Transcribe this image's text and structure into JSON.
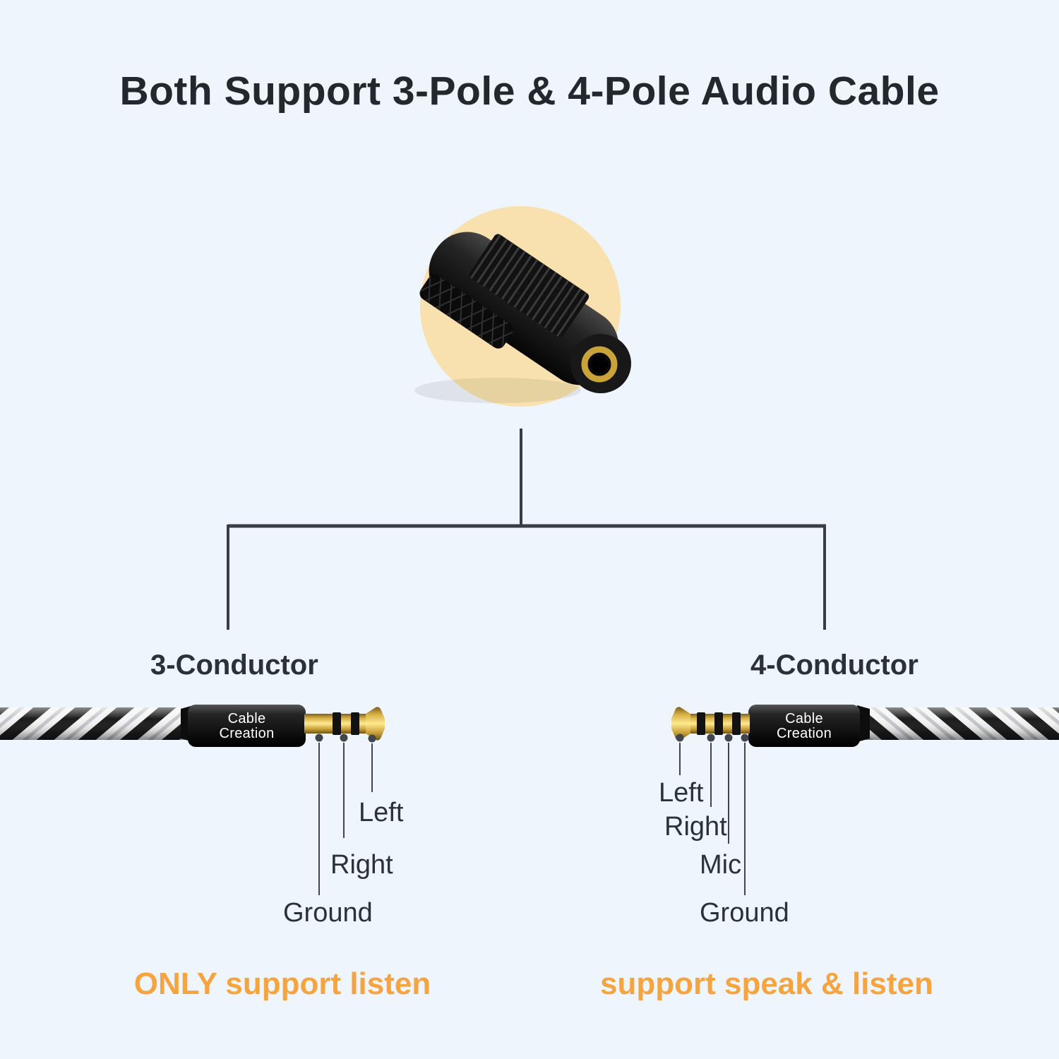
{
  "title": "Both Support 3-Pole & 4-Pole Audio Cable",
  "branch_left": {
    "label": "3-Conductor",
    "brand": {
      "line1": "Cable",
      "line2": "Creation"
    },
    "pins": [
      "Left",
      "Right",
      "Ground"
    ],
    "caption": "ONLY support listen"
  },
  "branch_right": {
    "label": "4-Conductor",
    "brand": {
      "line1": "Cable",
      "line2": "Creation"
    },
    "pins": [
      "Left",
      "Right",
      "Mic",
      "Ground"
    ],
    "caption": "support speak & listen"
  },
  "colors": {
    "background": "#eff5fc",
    "title_text": "#23272e",
    "label_text": "#2b3139",
    "caption_orange": "#f6a440",
    "connector_line": "#383e45",
    "callout_line": "#41464d",
    "adapter_circle_peach": "#f8e1ae",
    "gold_plating": "#d6af45",
    "plug_body_black": "#141414",
    "cable_braid_white": "#f4f4f4",
    "cable_braid_black": "#1b1b1b",
    "brand_text_white": "#ffffff"
  }
}
